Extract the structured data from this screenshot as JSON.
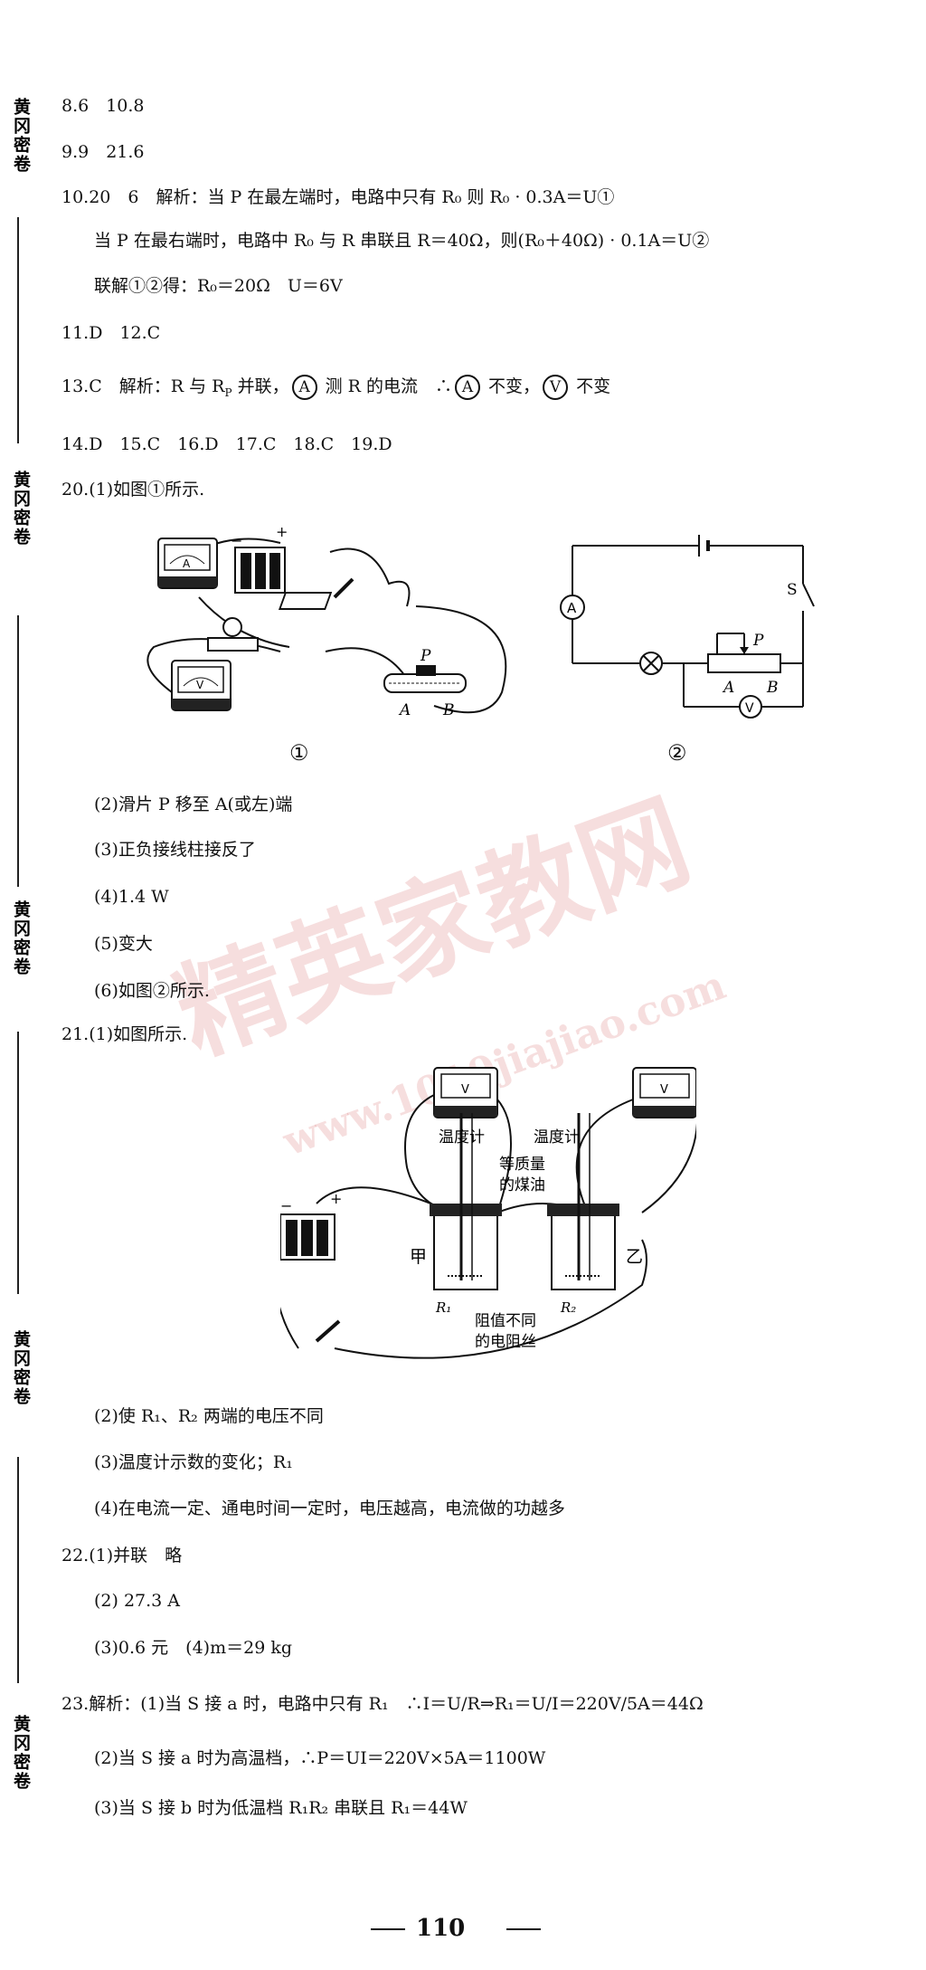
{
  "sidebar": {
    "label": "黄冈密卷"
  },
  "watermark": {
    "main": "精英家教网",
    "url": "www.1010jiajiao.com"
  },
  "answers": {
    "l8": "8.6　10.8",
    "l9": "9.9　21.6",
    "l10": "10.20　6　解析：当 P 在最左端时，电路中只有 R₀ 则 R₀ · 0.3A＝U①",
    "l10b": "当 P 在最右端时，电路中 R₀ 与 R 串联且 R＝40Ω，则(R₀＋40Ω) · 0.1A＝U②",
    "l10c": "联解①②得：R₀＝20Ω　U＝6V",
    "l11": "11.D　12.C",
    "l13a": "13.C　解析：R 与 R",
    "l13sub": "P",
    "l13b": " 并联，",
    "l13c": " 测 R 的电流　∴",
    "l13d": " 不变，",
    "l13e": " 不变",
    "circA": "A",
    "circV": "V",
    "l14": "14.D　15.C　16.D　17.C　18.C　19.D",
    "l20": "20.(1)如图①所示.",
    "l20_2": "(2)滑片 P 移至 A(或左)端",
    "l20_3": "(3)正负接线柱接反了",
    "l20_4": "(4)1.4 W",
    "l20_5": "(5)变大",
    "l20_6": "(6)如图②所示.",
    "l21": "21.(1)如图所示.",
    "l21_2": "(2)使 R₁、R₂ 两端的电压不同",
    "l21_3": "(3)温度计示数的变化；R₁",
    "l21_4": "(4)在电流一定、通电时间一定时，电压越高，电流做的功越多",
    "l22": "22.(1)并联　略",
    "l22_2": "(2) 27.3 A",
    "l22_3": "(3)0.6 元　(4)m＝29 kg",
    "l23": "23.解析：(1)当 S 接 a 时，电路中只有 R₁　∴I＝U/R⇒R₁＝U/I＝220V/5A＝44Ω",
    "l23_2": "(2)当 S 接 a 时为高温档，∴P＝UI＝220V×5A＝1100W",
    "l23_3": "(3)当 S 接 b 时为低温档 R₁R₂ 串联且 R₁＝44W"
  },
  "figures": {
    "fig1_label": "①",
    "fig2_label": "②",
    "meter_A": "A",
    "meter_V": "V",
    "plus": "+",
    "minus": "−",
    "slider_P": "P",
    "node_A": "A",
    "node_B": "B",
    "switch_S": "S",
    "thermo_left": "温度计",
    "thermo_right": "温度计",
    "oil1": "等质量",
    "oil2": "的煤油",
    "jia": "甲",
    "yi": "乙",
    "r1": "R₁",
    "r2": "R₂",
    "wire1": "阻值不同",
    "wire2": "的电阻丝"
  },
  "page": {
    "number": "110"
  }
}
